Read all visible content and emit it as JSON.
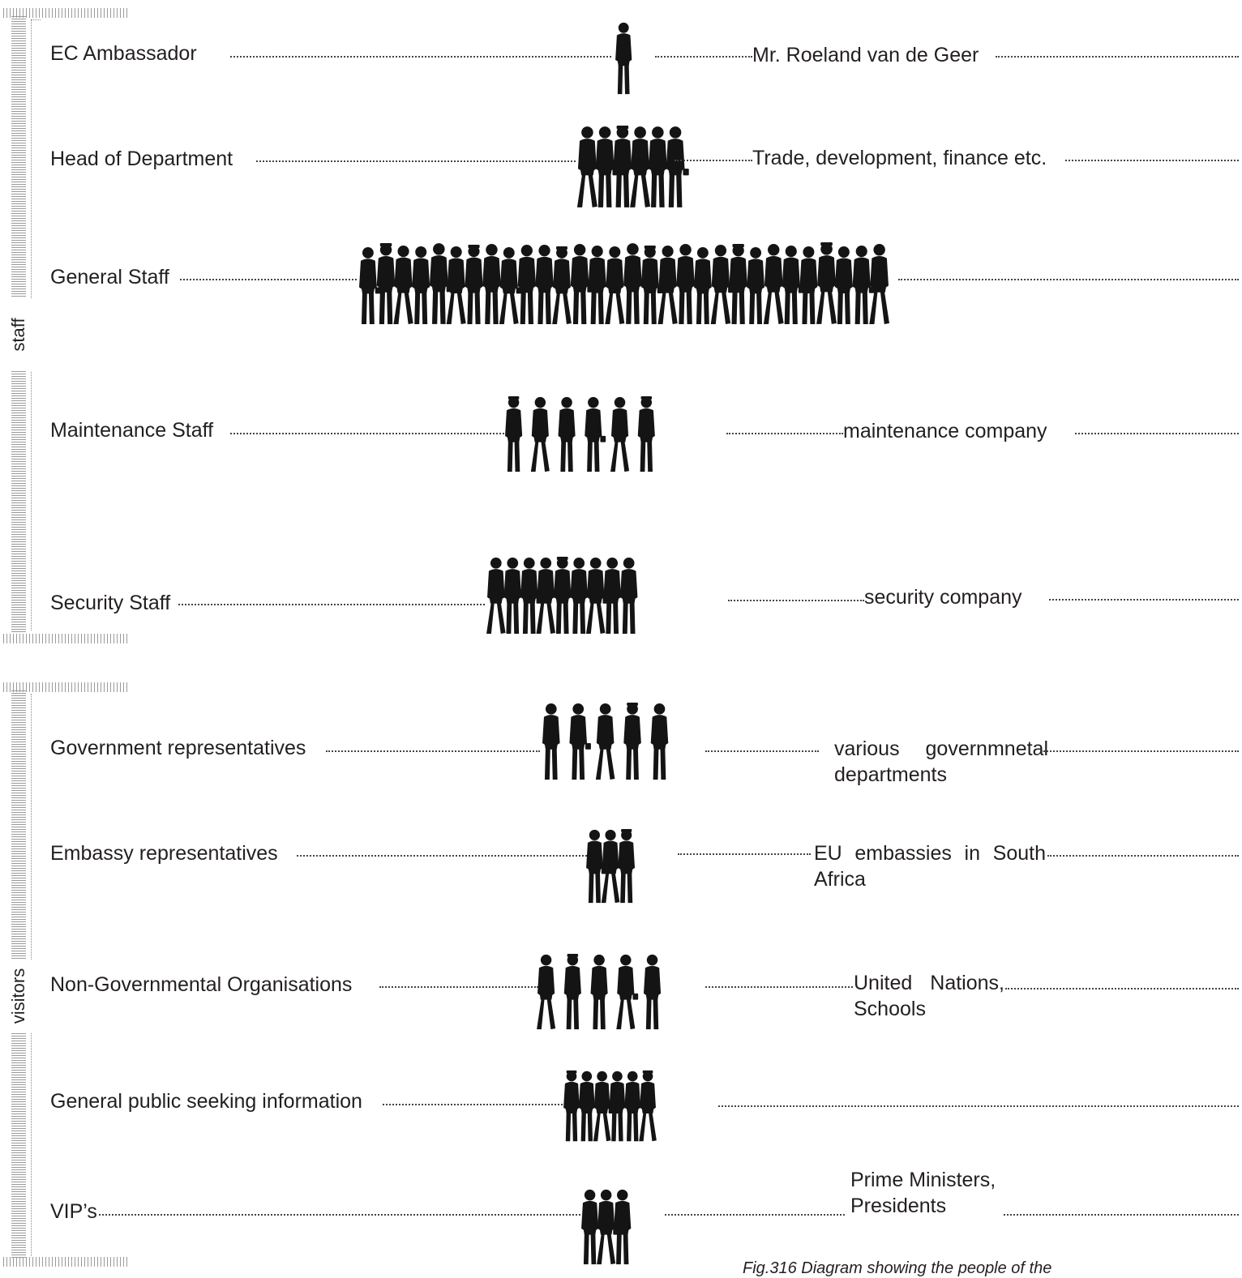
{
  "sections": {
    "staff": "staff",
    "visitors": "visitors"
  },
  "rows": [
    {
      "label": "EC Ambassador",
      "description": "Mr. Roeland van de Geer"
    },
    {
      "label": "Head of Department",
      "description": "Trade, development, finance etc."
    },
    {
      "label": "General Staff",
      "description": ""
    },
    {
      "label": "Maintenance Staff",
      "description": "maintenance company"
    },
    {
      "label": "Security Staff",
      "description": "security company"
    },
    {
      "label": "Government representatives",
      "description": "various governmnetal departments"
    },
    {
      "label": "Embassy representatives",
      "description": "EU embassies in South Africa"
    },
    {
      "label": "Non-Governmental Organisations",
      "description": "United Nations, Schools"
    },
    {
      "label": "General public seeking information",
      "description": ""
    },
    {
      "label": "VIP’s",
      "description": "Prime Ministers, Presidents"
    }
  ],
  "caption": "Fig.316 Diagram showing the people of the",
  "colors": {
    "silhouette": "#141414",
    "text": "#231f20"
  },
  "icons": {
    "person": "person-silhouette-icon"
  }
}
